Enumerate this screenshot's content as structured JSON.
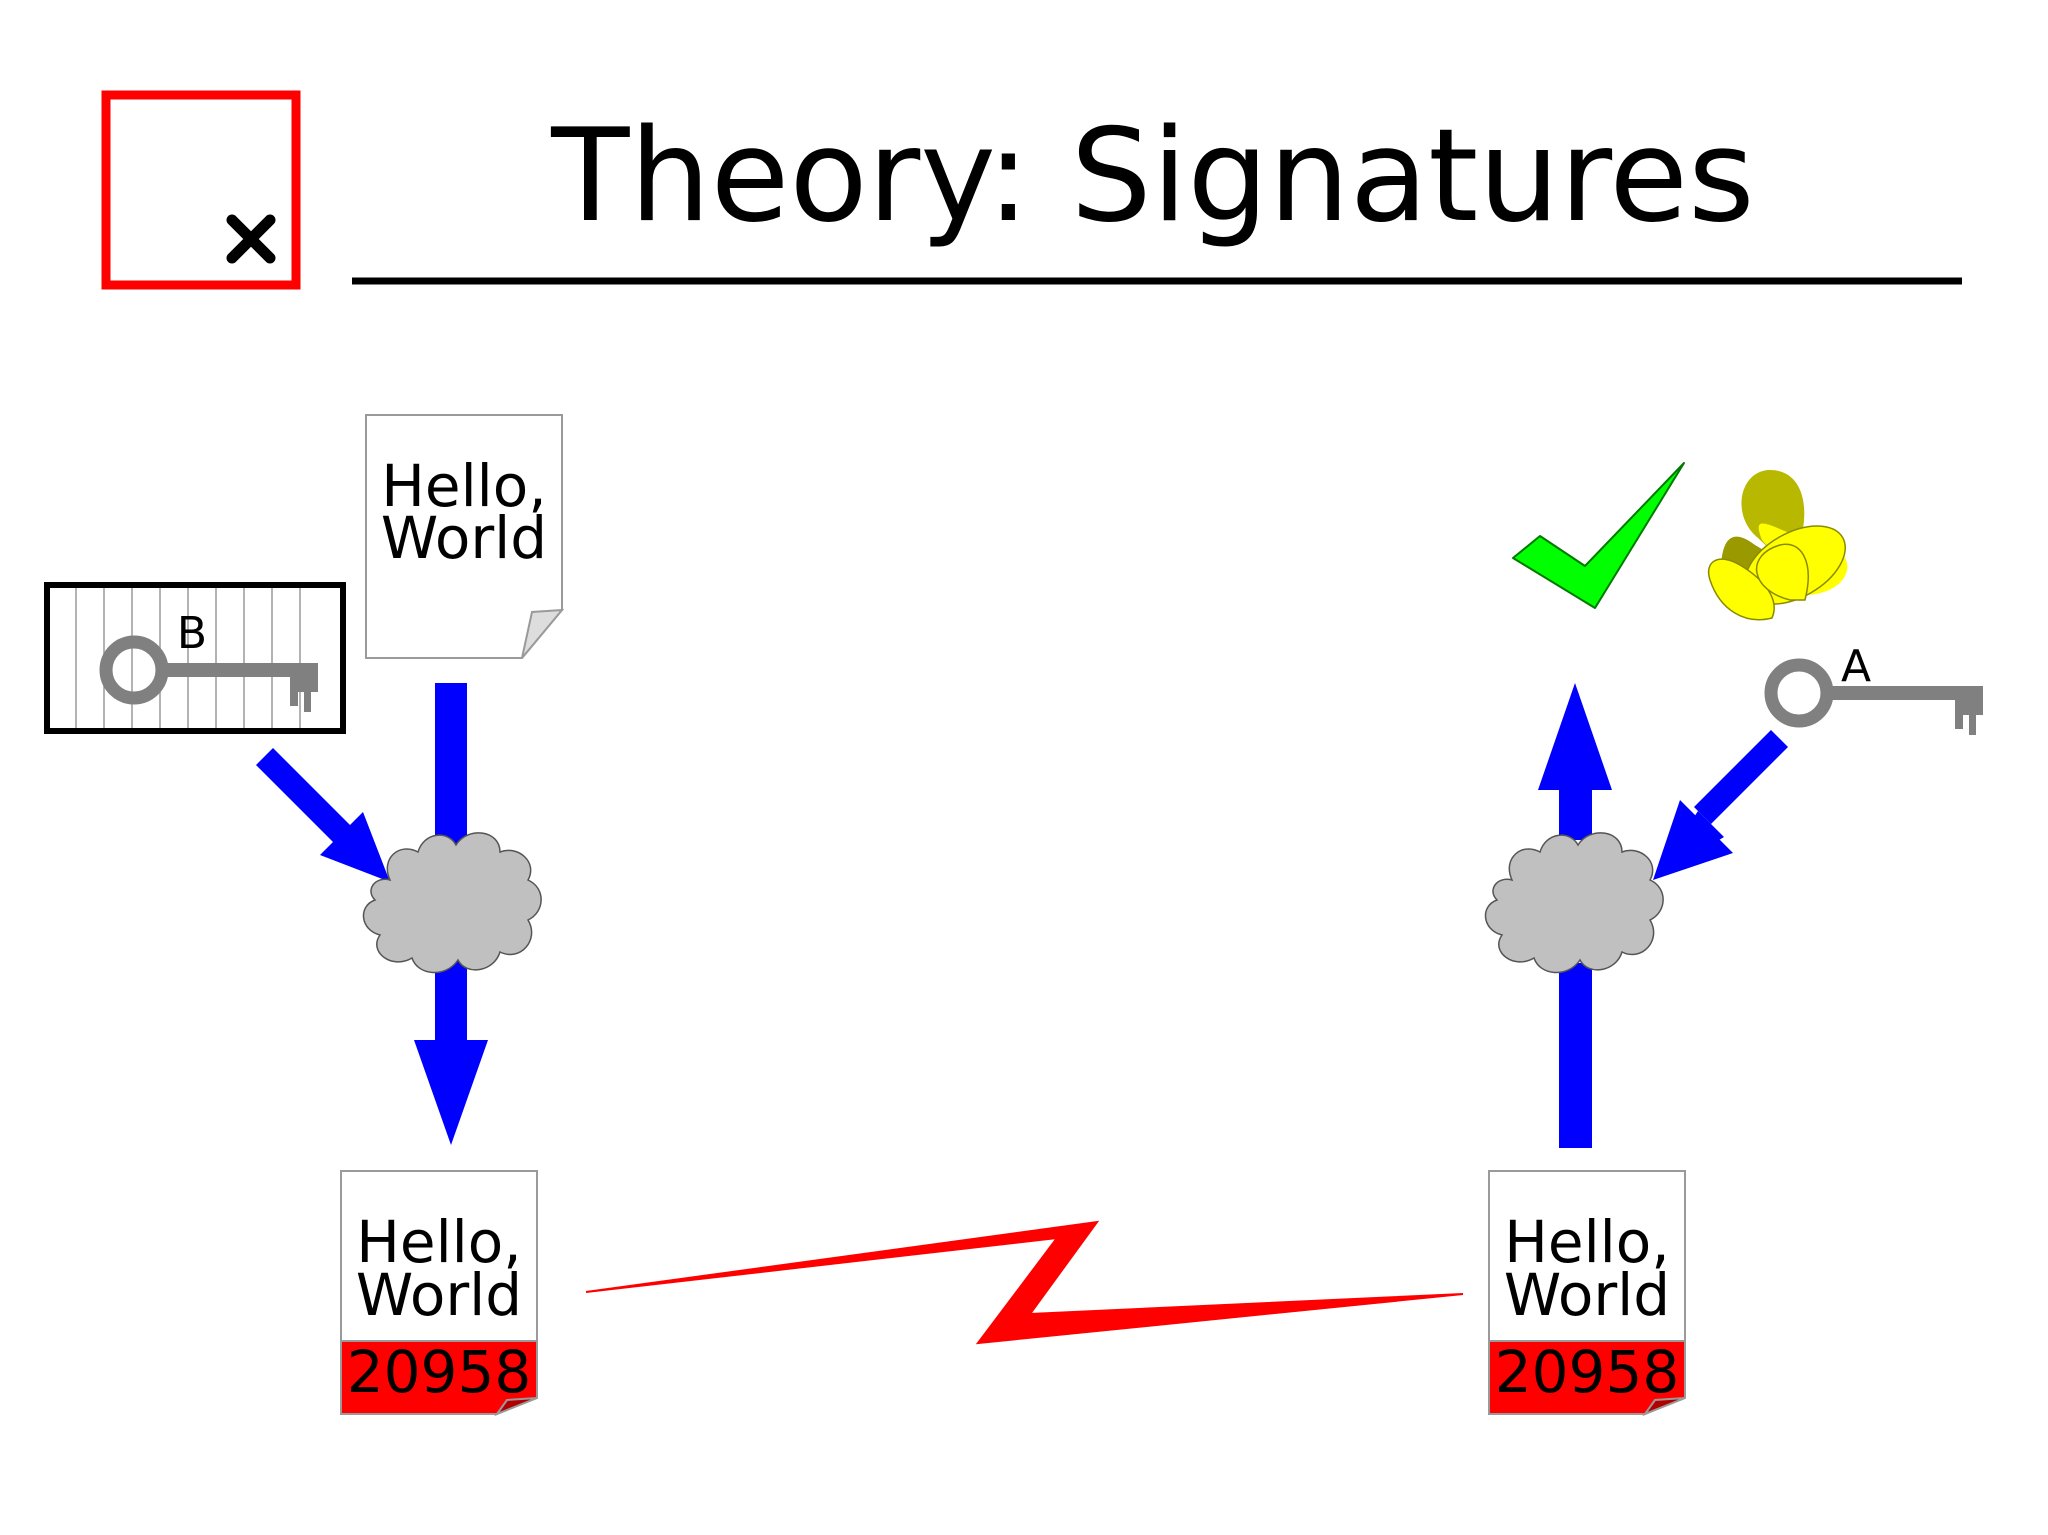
{
  "slide": {
    "title": "Theory: Signatures"
  },
  "colors": {
    "arrow": "#0000ff",
    "cloud": "#c0c0c0",
    "signature_band": "#ff0000",
    "lightning": "#ff0000",
    "checkmark": "#00ff00",
    "key": "#808080",
    "butterfly": "#ffff00",
    "logo_frame": "#ff0000"
  },
  "icons": {
    "logo": "red-frame-x-icon",
    "private_key": "caged-key-icon",
    "public_key": "key-icon",
    "butterfly": "butterfly-icon",
    "check": "checkmark-icon",
    "cloud": "cloud-icon",
    "transmission": "lightning-icon"
  },
  "plain_document": {
    "line1": "Hello,",
    "line2": "World"
  },
  "signed_document_left": {
    "line1": "Hello,",
    "line2": "World",
    "signature": "20958"
  },
  "signed_document_right": {
    "line1": "Hello,",
    "line2": "World",
    "signature": "20958"
  },
  "private_key_label": "B",
  "public_key_label": "A"
}
